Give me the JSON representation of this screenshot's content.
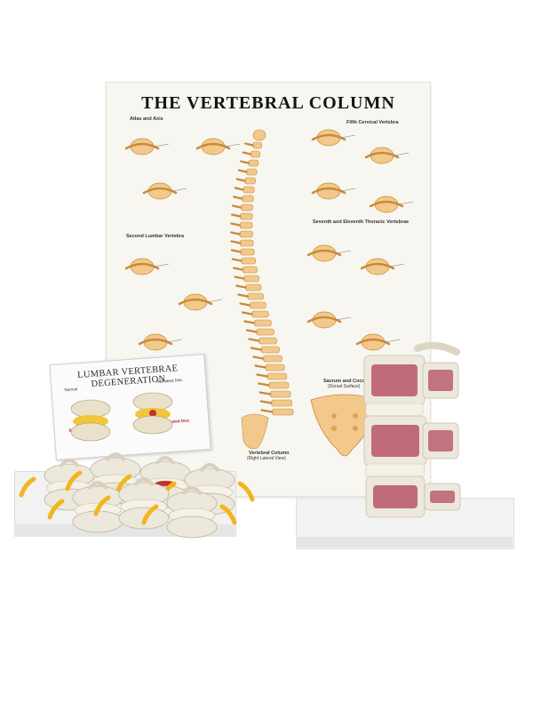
{
  "poster": {
    "title": "THE VERTEBRAL COLUMN",
    "sections": {
      "atlas_axis": "Atlas and Axis",
      "fifth_cervical": "Fifth Cervical Vertebra",
      "second_lumbar": "Second Lumbar Vertebra",
      "seventh_eleventh_thoracic": "Seventh and Eleventh Thoracic Vertebrae",
      "sacrum_coccyx": "Sacrum and Coccyx",
      "sacrum_sub": "(Dorsal Surface)",
      "column_caption": "Vertebral Column",
      "column_sub": "(Right Lateral View)"
    }
  },
  "card": {
    "title": "LUMBAR VERTEBRAE DEGENERATION",
    "labels": {
      "normal": "Normal",
      "herniated": "Herniated Disc",
      "bone_spurs": "Bone Spurs",
      "degenerated": "Degenerated Disc"
    }
  },
  "colors": {
    "bone": "#f2c98a",
    "bone_shade": "#c98a3a",
    "model_bone": "#ece8dc",
    "marrow": "#b8556a",
    "nerve": "#f2b51c",
    "disc_red": "#c0312f"
  },
  "icons": [
    "spine-illustration",
    "vertebra-sketch",
    "sacrum-illustration",
    "vertebra-model",
    "cross-section-model"
  ]
}
